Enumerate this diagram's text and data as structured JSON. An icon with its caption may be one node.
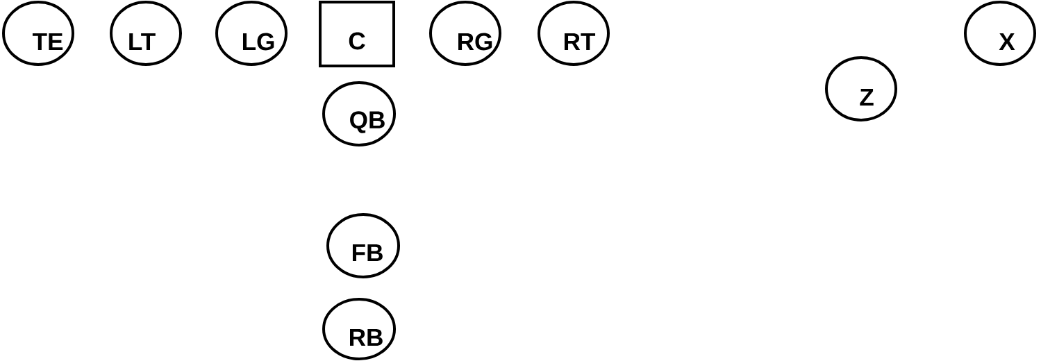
{
  "diagram": {
    "nodes": [
      {
        "text": [
          "TE"
        ]
      },
      {
        "text": [
          "LT"
        ]
      },
      {
        "text": [
          "LG"
        ]
      },
      {
        "text": [
          "C"
        ]
      },
      {
        "text": [
          "RG"
        ]
      },
      {
        "text": [
          "RT"
        ]
      },
      {
        "text": [
          "X"
        ]
      },
      {
        "text": [
          "Z"
        ]
      },
      {
        "text": [
          "QB"
        ]
      },
      {
        "text": [
          "FB"
        ]
      },
      {
        "text": [
          "RB"
        ]
      }
    ]
  }
}
